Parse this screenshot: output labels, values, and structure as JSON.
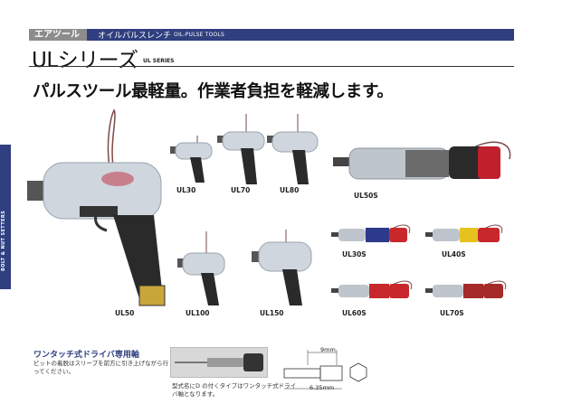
{
  "header": {
    "category_badge": "エアツール",
    "subcategory": "オイルパルスレンチ",
    "subcategory_en": "OIL-PULSE TOOLS"
  },
  "series": {
    "title": "ULシリーズ",
    "title_en": "UL SERIES",
    "headline": "パルスツール最軽量。作業者負担を軽減します。"
  },
  "side_tab": {
    "text": "BOLT & NUT SETTERS"
  },
  "tools": [
    {
      "model": "UL50"
    },
    {
      "model": "UL30"
    },
    {
      "model": "UL70"
    },
    {
      "model": "UL80"
    },
    {
      "model": "UL50S"
    },
    {
      "model": "UL100"
    },
    {
      "model": "UL150"
    },
    {
      "model": "UL30S"
    },
    {
      "model": "UL40S"
    },
    {
      "model": "UL60S"
    },
    {
      "model": "UL70S"
    }
  ],
  "accent_colors": {
    "header_navy": "#2f3f7f",
    "badge_gray": "#8c8c8c",
    "ul30s_band": "#2e3a8c",
    "ul40s_band": "#e6c21f",
    "ul60s_band": "#c8282c",
    "ul70s_band": "#a52a2a",
    "ul50s_band": "#c0202c"
  },
  "driver_section": {
    "title": "ワンタッチ式ドライバ専用軸",
    "note": "ビットの着脱はスリーブを前方に引き上げながら行ってください。",
    "photo_caption": "型式名にD の付くタイプはワンタッチ式ドライバ軸となります。",
    "dim_top": "9mm",
    "dim_bottom": "6.35mm"
  }
}
